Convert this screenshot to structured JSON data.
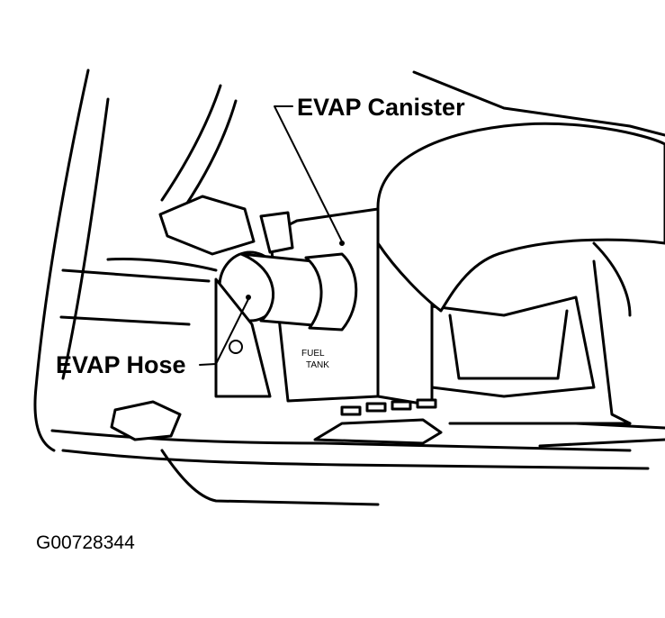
{
  "labels": {
    "evap_canister": "EVAP Canister",
    "evap_hose": "EVAP Hose",
    "figure_id": "G00728344",
    "fuel": "FUEL",
    "tank": "TANK"
  },
  "colors": {
    "ink": "#000000",
    "paper": "#ffffff"
  }
}
